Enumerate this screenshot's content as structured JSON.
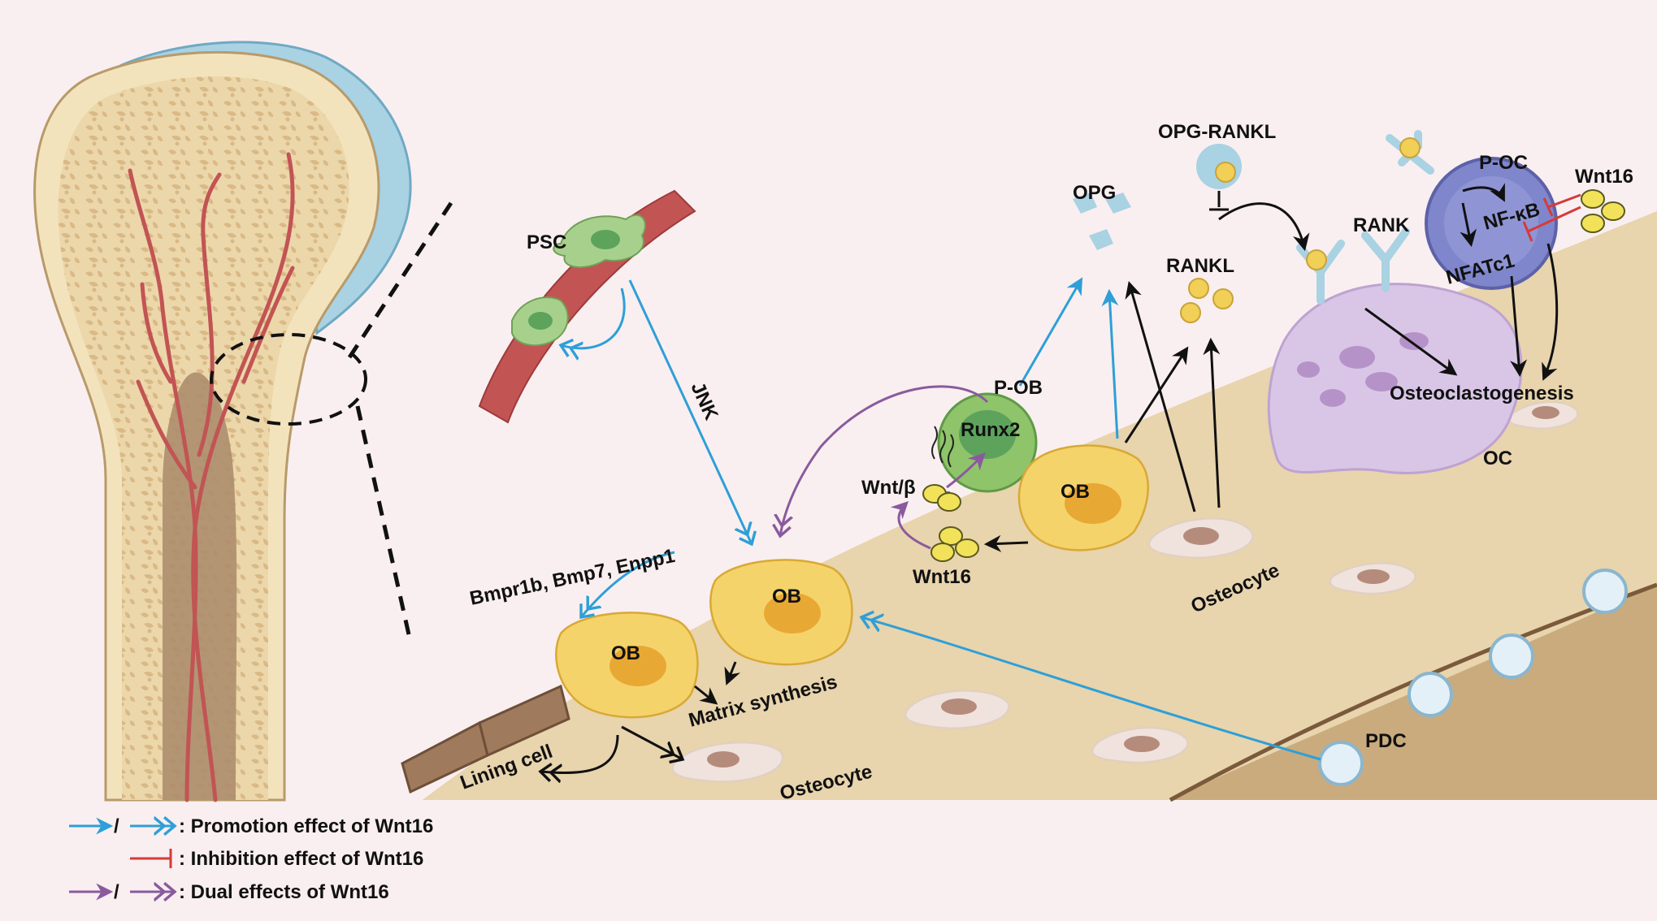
{
  "labels": {
    "psc": "PSC",
    "jnk": "JNK",
    "bmp_genes": "Bmpr1b, Bmp7, Enpp1",
    "ob": "OB",
    "matrix_synthesis": "Matrix synthesis",
    "lining_cell": "Lining cell",
    "osteocyte": "Osteocyte",
    "p_ob": "P-OB",
    "runx2": "Runx2",
    "wnt_beta": "Wnt/β",
    "wnt16": "Wnt16",
    "opg": "OPG",
    "opg_rankl": "OPG-RANKL",
    "rankl": "RANKL",
    "rank": "RANK",
    "p_oc": "P-OC",
    "nf_kb": "NF-κB",
    "nfatc1": "NFATc1",
    "osteoclastogenesis": "Osteoclastogenesis",
    "oc": "OC",
    "pdc": "PDC"
  },
  "legend": [
    {
      "kind": "promotion",
      "slash": "/",
      "text": ": Promotion effect of Wnt16",
      "color": "#2e9fd8"
    },
    {
      "kind": "inhibition",
      "slash": "",
      "text": ": Inhibition effect of Wnt16",
      "color": "#d63a3a"
    },
    {
      "kind": "dual",
      "slash": "/",
      "text": ": Dual effects of Wnt16",
      "color": "#8a5a9e"
    }
  ],
  "colors": {
    "background": "#f9eff0",
    "promotion": "#2e9fd8",
    "inhibition": "#d63a3a",
    "dual": "#8a5a9e",
    "neutral_arrow": "#111111",
    "bone_matrix": "#e8d4ad",
    "cartilage": "#a9d2e3",
    "blood_vessel": "#c25454",
    "osteoblast": "#f5d36b",
    "osteoclast": "#d9c6e6",
    "pre_osteoblast": "#8fc46a",
    "pre_osteoclast": "#7f86cc",
    "receptor": "#a9d2e3",
    "ligand": "#f2cf57"
  }
}
